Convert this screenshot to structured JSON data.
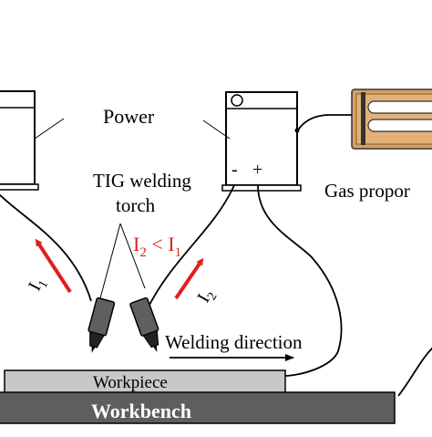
{
  "diagram": {
    "power_label": "Power",
    "torch_label_line1": "TIG welding",
    "torch_label_line2": "torch",
    "current_relation": {
      "i2": "I",
      "i2_sub": "2",
      "op": " < ",
      "i1": "I",
      "i1_sub": "1"
    },
    "left_current": {
      "base": "I",
      "sub": "1"
    },
    "right_current": {
      "base": "I",
      "sub": "2"
    },
    "polarity_minus": "-",
    "polarity_plus": "+",
    "gas_label": "Gas propor",
    "welding_direction_label": "Welding direction",
    "workpiece_label": "Workpiece",
    "workbench_label": "Workbench",
    "accent_color": "#e0201e"
  }
}
